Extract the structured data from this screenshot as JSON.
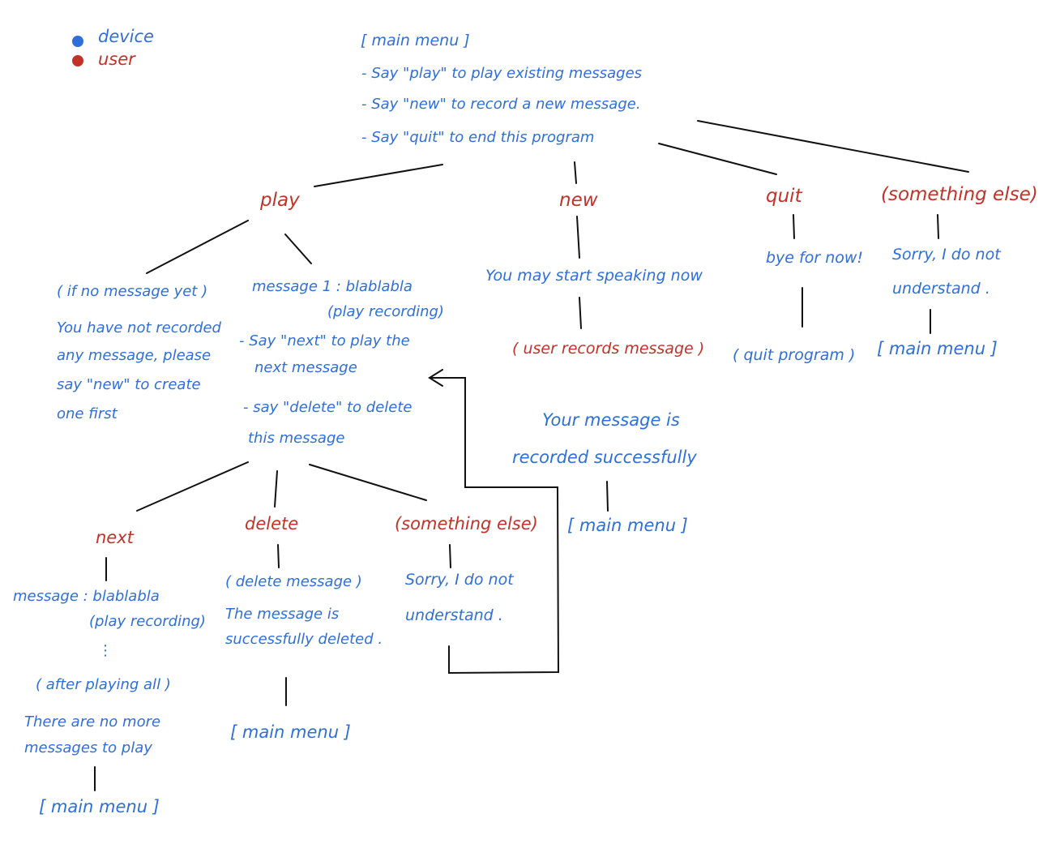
{
  "legend": {
    "device": {
      "label": "device",
      "color": "#2f6fd8"
    },
    "user": {
      "label": "user",
      "color": "#c23228"
    }
  },
  "root": {
    "title": "[ main menu ]",
    "lines": [
      "- Say \"play\" to play existing messages",
      "- Say \"new\" to record a new message.",
      "- Say \"quit\" to end this program"
    ]
  },
  "play": {
    "label": "play",
    "empty": {
      "condition": "( if no message yet )",
      "lines": [
        "You have not recorded",
        "any message, please",
        "say \"new\" to create",
        "one first"
      ]
    },
    "playing": {
      "lines": [
        "message 1 : blablabla",
        "(play recording)",
        "- Say \"next\" to play the",
        "next message",
        "- say \"delete\" to delete",
        "this message"
      ]
    },
    "next": {
      "label": "next",
      "lines": [
        "message : blablabla",
        "(play recording)",
        "⋮",
        "( after playing all )",
        "There are no more",
        "messages to play"
      ],
      "menu": "[ main menu ]"
    },
    "delete": {
      "label": "delete",
      "lines": [
        "( delete message )",
        "The message is",
        "successfully deleted ."
      ],
      "menu": "[ main menu ]"
    },
    "else": {
      "label": "(something else)",
      "lines": [
        "Sorry, I do not",
        "understand ."
      ]
    }
  },
  "new": {
    "label": "new",
    "prompt": "You may start speaking now",
    "action": "( user records message )",
    "result": [
      "Your message is",
      "recorded successfully"
    ],
    "menu": "[ main menu ]"
  },
  "quit": {
    "label": "quit",
    "reply": "bye for now!",
    "action": "( quit program )"
  },
  "else": {
    "label": "(something else)",
    "lines": [
      "Sorry, I do not",
      "understand ."
    ],
    "menu": "[ main menu ]"
  },
  "colors": {
    "device": "#2f6fd8",
    "user": "#c23228",
    "line": "#111111"
  }
}
